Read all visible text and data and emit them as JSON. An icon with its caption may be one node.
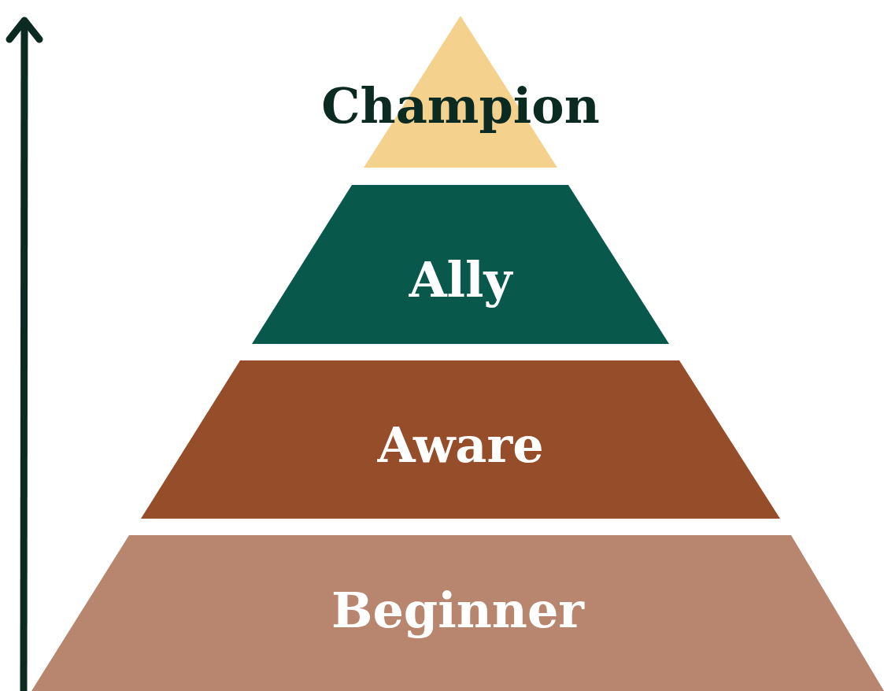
{
  "diagram": {
    "nodes": [
      {
        "text": [
          "Champion"
        ]
      },
      {
        "text": [
          "Ally"
        ]
      },
      {
        "text": [
          "Aware"
        ]
      },
      {
        "text": [
          "Beginner"
        ]
      }
    ]
  }
}
